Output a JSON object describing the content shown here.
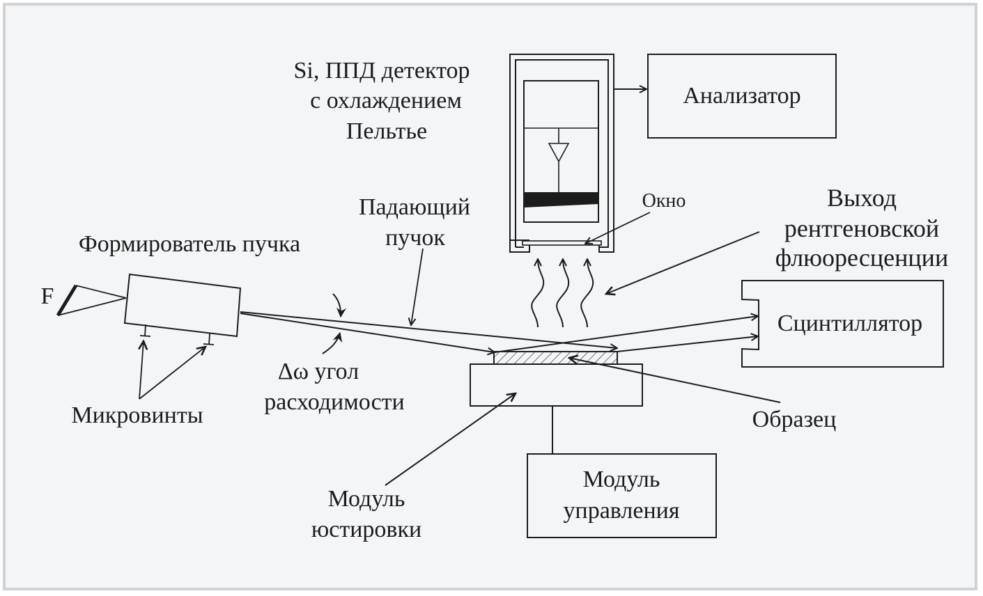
{
  "diagram": {
    "title": "XRF measurement setup (total reflection geometry)",
    "labels": {
      "detector": [
        "Si, ППД детектор",
        "с охлаждением",
        "Пельтье"
      ],
      "analyzer": "Анализатор",
      "window": "Окно",
      "fluorescence_out": [
        "Выход",
        "рентгеновской",
        "флюоресценции"
      ],
      "incident_beam": [
        "Падающий",
        "пучок"
      ],
      "beam_former": "Формирователь пучка",
      "source": "F",
      "scintillator": "Сцинтиллятор",
      "divergence": [
        "Δω угол",
        "расходимости"
      ],
      "micrometer_screws": "Микровинты",
      "sample": "Образец",
      "alignment_module": [
        "Модуль",
        "юстировки"
      ],
      "control_module": [
        "Модуль",
        "управления"
      ]
    },
    "colors": {
      "background": "#f4f5f7",
      "frame_border": "#d0d2d3",
      "ink": "#1c1c1c"
    }
  }
}
